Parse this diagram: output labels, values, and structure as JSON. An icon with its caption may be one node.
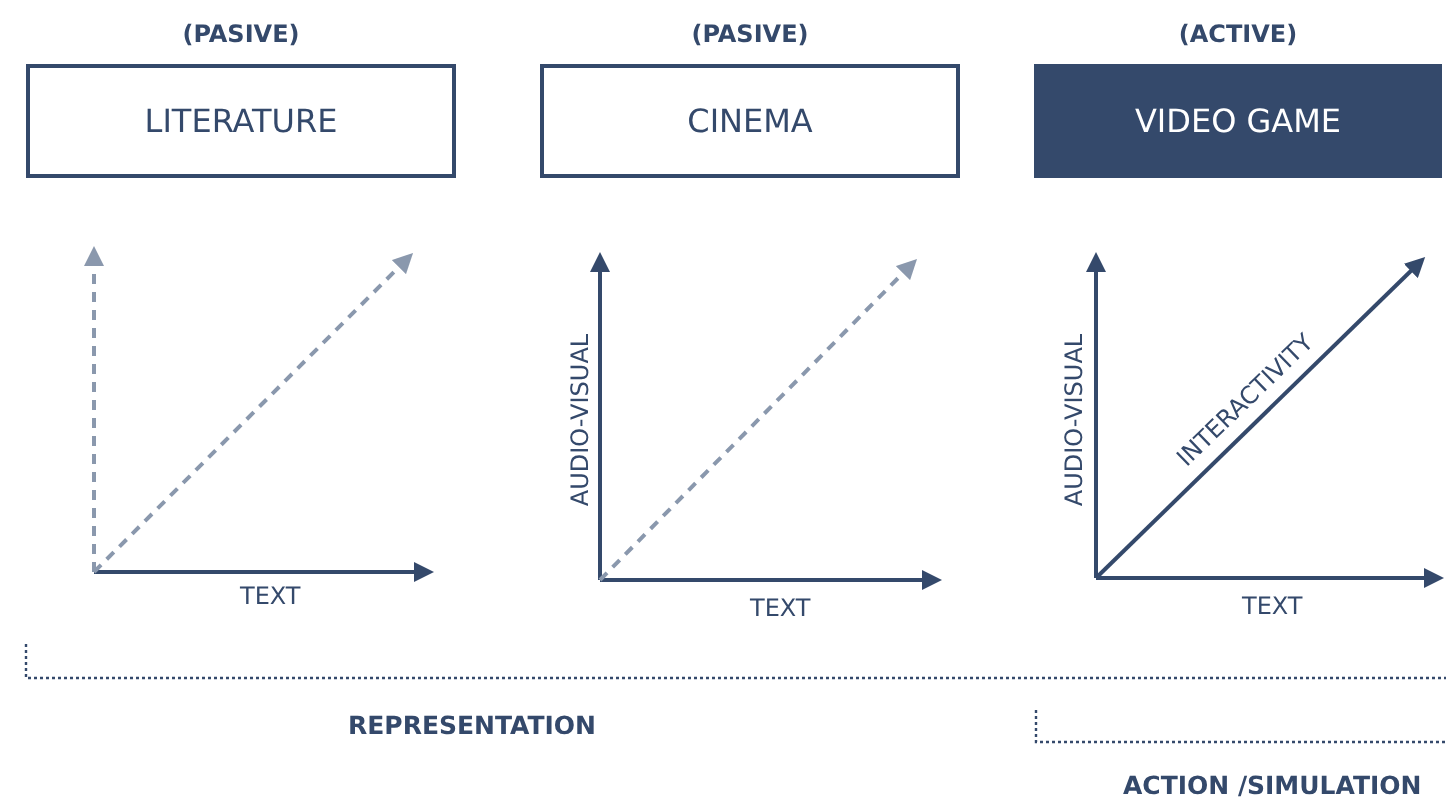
{
  "diagram": {
    "nodes": [
      {
        "text": [
          "(PASIVE)",
          "LITERATURE"
        ]
      },
      {
        "text": [
          "(PASIVE)",
          "CINEMA"
        ]
      },
      {
        "text": [
          "(ACTIVE)",
          "VIDEO GAME"
        ]
      }
    ],
    "labels": [
      "TEXT",
      "AUDIO-VISUAL",
      "TEXT",
      "AUDIO-VISUAL",
      "INTERACTIVITY",
      "TEXT",
      "REPRESENTATION",
      "ACTION /SIMULATION"
    ]
  }
}
